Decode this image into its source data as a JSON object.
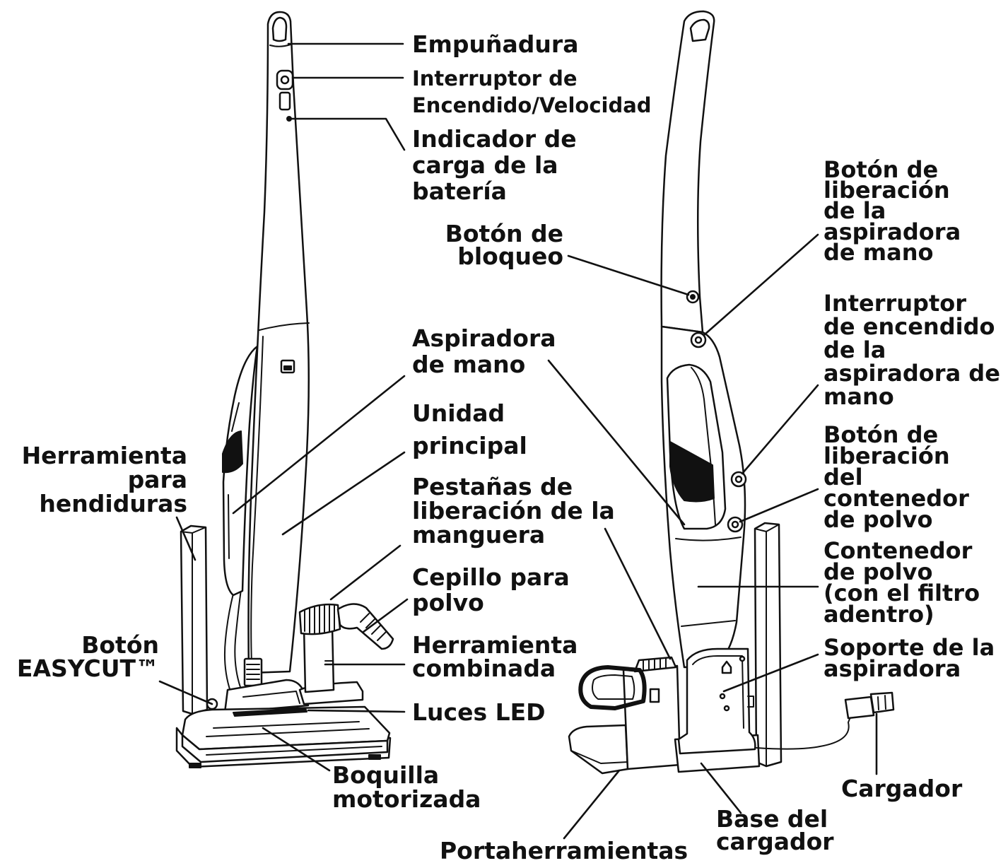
{
  "colors": {
    "ink": "#111111",
    "background": "#ffffff"
  },
  "labels": {
    "grip": [
      "Empuñadura"
    ],
    "power_speed_switch": [
      "Interruptor de",
      "Encendido/Velocidad"
    ],
    "battery_indicator": [
      "Indicador de",
      "carga de la",
      "batería"
    ],
    "handheld_vacuum": [
      "Aspiradora",
      "de mano"
    ],
    "main_unit": [
      "Unidad",
      "principal"
    ],
    "crevice_tool": [
      "Herramienta",
      "para",
      "hendiduras"
    ],
    "hose_release_tabs": [
      "Pestañas de",
      "liberación de la",
      "manguera"
    ],
    "dusting_brush": [
      "Cepillo para",
      "polvo"
    ],
    "easycut_button": [
      "Botón",
      "EASYCUT™"
    ],
    "combination_tool": [
      "Herramienta",
      "combinada"
    ],
    "led_lights": [
      "Luces LED"
    ],
    "power_nozzle": [
      "Boquilla",
      "motorizada"
    ],
    "lock_button": [
      "Botón de",
      "bloqueo"
    ],
    "handheld_release_button": [
      "Botón de",
      "liberación",
      "de la",
      "aspiradora",
      "de mano"
    ],
    "handheld_power_switch": [
      "Interruptor",
      "de encendido",
      "de la",
      "aspiradora de",
      "mano"
    ],
    "dirt_cup_release_button": [
      "Botón de",
      "liberación",
      "del",
      "contenedor",
      "de polvo"
    ],
    "dirt_cup": [
      "Contenedor",
      "de polvo",
      "(con el filtro",
      "adentro)"
    ],
    "vacuum_stand": [
      "Soporte de la",
      "aspiradora"
    ],
    "charger": [
      "Cargador"
    ],
    "charger_base": [
      "Base del",
      "cargador"
    ],
    "tool_holder": [
      "Portaherramientas"
    ]
  }
}
